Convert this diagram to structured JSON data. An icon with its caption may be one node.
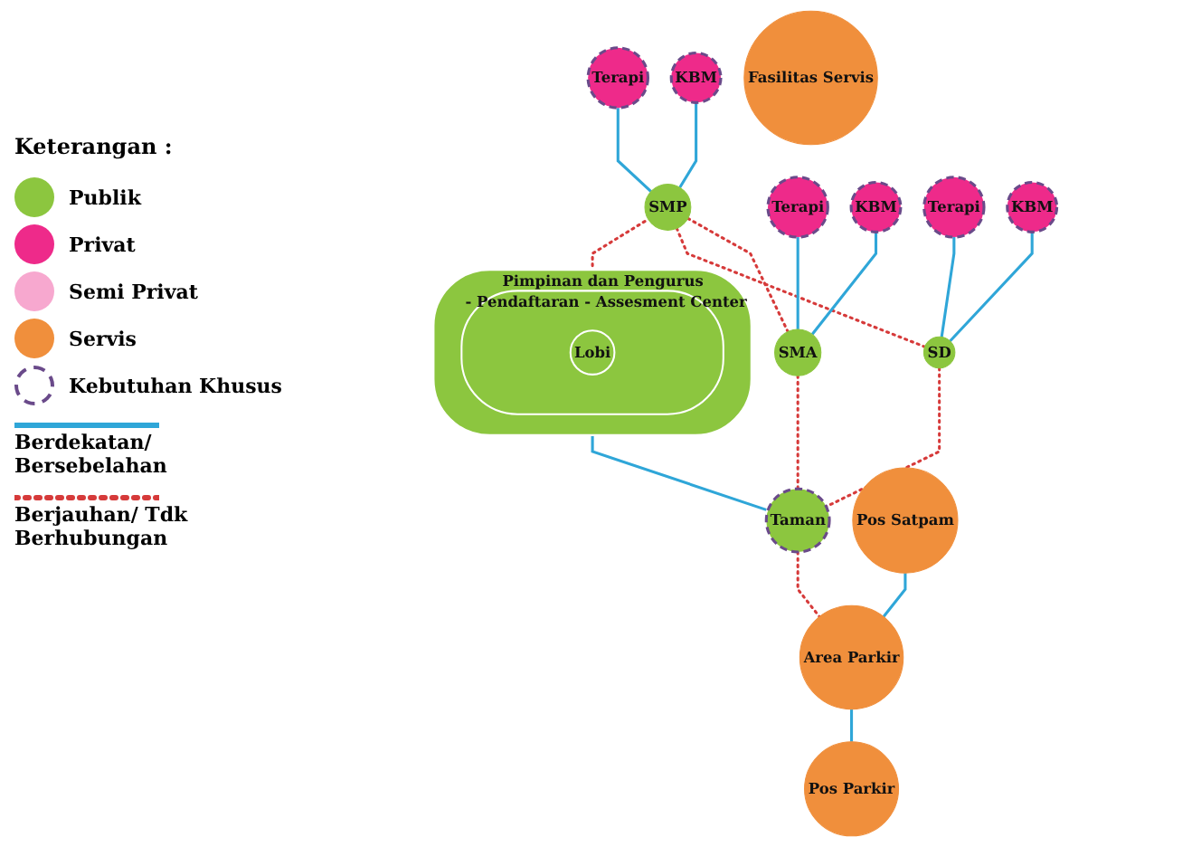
{
  "diagram": {
    "nodes": [
      {
        "text": [
          "KBM"
        ]
      },
      {
        "text": [
          "SMP"
        ]
      },
      {
        "text": [
          "Terapi"
        ]
      },
      {
        "text": [
          "Fasilitas Servis"
        ]
      },
      {
        "text": [
          "Pimpinan dan Pengurus"
        ]
      },
      {
        "text": [
          "- Pendaftaran - Assesment Center"
        ],
        "in": 4
      },
      {
        "text": [
          "Lobi"
        ],
        "in": 5
      },
      {
        "text": [
          "Terapi"
        ]
      },
      {
        "text": [
          "KBM"
        ]
      },
      {
        "text": [
          "SMA"
        ]
      },
      {
        "text": [
          "Terapi"
        ]
      },
      {
        "text": [
          "KBM"
        ]
      },
      {
        "text": [
          "SD"
        ]
      },
      {
        "text": [
          "Taman"
        ]
      },
      {
        "text": [
          "Pos Satpam"
        ]
      },
      {
        "text": [
          "Area Parkir"
        ]
      },
      {
        "text": [
          "Pos Parkir"
        ]
      }
    ],
    "edges": [
      {
        "from": 0,
        "to": 1,
        "arrow": "none"
      },
      {
        "from": 2,
        "to": 1,
        "arrow": "none"
      },
      {
        "from": 1,
        "to": 9,
        "arrow": "none",
        "style": "dashed",
        "color": "#d63a3a"
      },
      {
        "from": 1,
        "to": 4,
        "arrow": "none",
        "style": "dashed",
        "color": "#d63a3a"
      },
      {
        "from": 1,
        "to": 12,
        "arrow": "none",
        "style": "dashed",
        "color": "#d63a3a"
      },
      {
        "from": 7,
        "to": 9,
        "arrow": "none"
      },
      {
        "from": 8,
        "to": 9,
        "arrow": "none"
      },
      {
        "from": 10,
        "to": 12,
        "arrow": "none"
      },
      {
        "from": 11,
        "to": 12,
        "arrow": "none"
      },
      {
        "from": 4,
        "to": 13,
        "arrow": "none"
      },
      {
        "from": 9,
        "to": 13,
        "arrow": "none",
        "style": "dashed",
        "color": "#d63a3a"
      },
      {
        "from": 12,
        "to": 13,
        "arrow": "none",
        "style": "dashed",
        "color": "#d63a3a"
      },
      {
        "from": 13,
        "to": 15,
        "arrow": "none",
        "style": "dashed",
        "color": "#d63a3a"
      },
      {
        "from": 14,
        "to": 15,
        "arrow": "none"
      },
      {
        "from": 15,
        "to": 16,
        "arrow": "none"
      }
    ],
    "labels": [
      "Keterangan :"
    ],
    "legend": [
      {
        "text": "Publik",
        "color": "#8cc63f"
      },
      {
        "text": "Privat",
        "color": "#ee2a8a"
      },
      {
        "text": "Semi Privat",
        "color": "#f7a8cf"
      },
      {
        "text": "Servis",
        "color": "#f08f3c"
      },
      {
        "text": "Kebutuhan Khusus"
      },
      {
        "text": "Berdekatan/ Bersebelahan"
      },
      {
        "text": "Berjauhan/ Tdk Berhubungan"
      }
    ]
  }
}
